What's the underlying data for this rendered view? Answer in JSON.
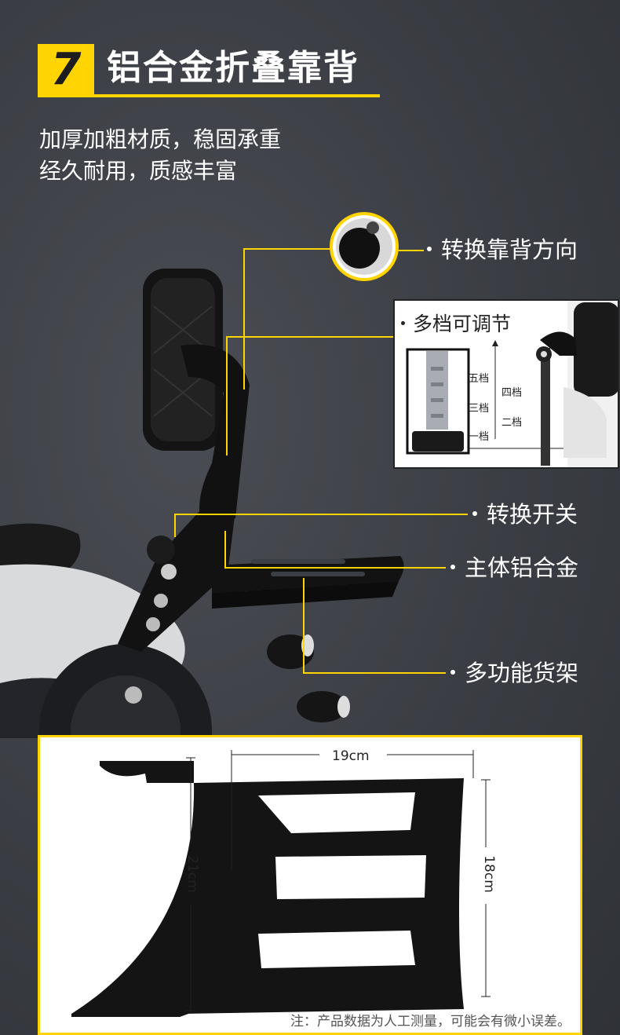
{
  "header": {
    "number": "7",
    "title": "铝合金折叠靠背"
  },
  "description": {
    "line1": "加厚加粗材质，稳固承重",
    "line2": "经久耐用，质感丰富"
  },
  "callouts": {
    "rotate": "转换靠背方向",
    "multi_level": "多档可调节",
    "switch": "转换开关",
    "aluminum": "主体铝合金",
    "rack": "多功能货架"
  },
  "levels": {
    "five": "五档",
    "four": "四档",
    "three": "三档",
    "two": "二档",
    "one": "一档"
  },
  "dimensions": {
    "width": "19cm",
    "left_height": "21cm",
    "right_height": "18cm"
  },
  "note": "注：产品数据为人工测量，可能会有微小误差。",
  "colors": {
    "accent": "#ffd400",
    "background": "#3b3e44"
  }
}
